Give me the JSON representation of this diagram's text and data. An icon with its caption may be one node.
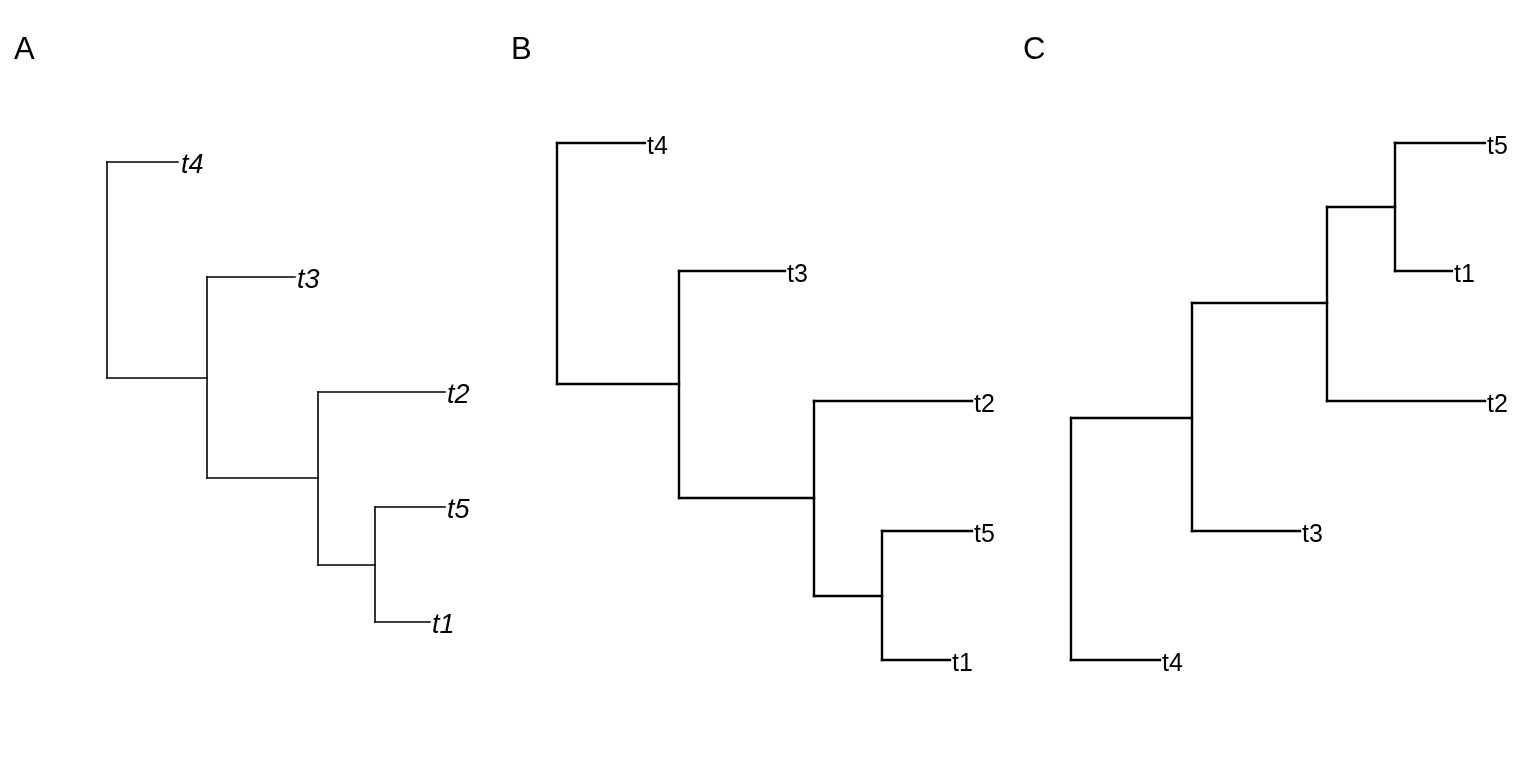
{
  "diagram": {
    "labels": [
      "A",
      "t4",
      "t3",
      "t2",
      "t5",
      "t1",
      "B",
      "t4",
      "t3",
      "t2",
      "t5",
      "t1",
      "C",
      "t5",
      "t1",
      "t2",
      "t3",
      "t4"
    ]
  }
}
